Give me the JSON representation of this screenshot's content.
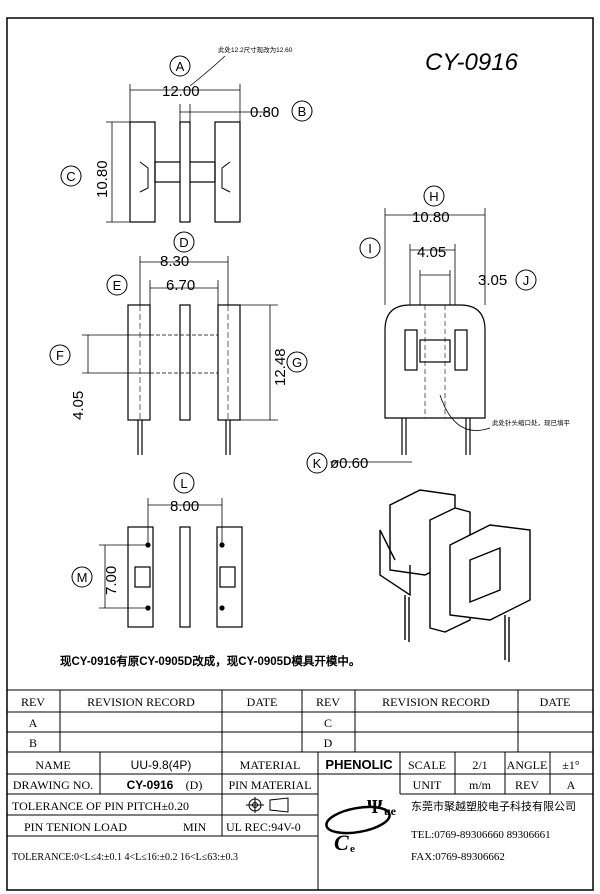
{
  "drawing": {
    "part_no": "CY-0916",
    "callouts": {
      "A": "A",
      "B": "B",
      "C": "C",
      "D": "D",
      "E": "E",
      "F": "F",
      "G": "G",
      "H": "H",
      "I": "I",
      "J": "J",
      "K": "K",
      "L": "L",
      "M": "M"
    },
    "dims": {
      "width_top": "12.00",
      "slot": "0.80",
      "height_top": "10.80",
      "d_outer": "8.30",
      "e_inner": "6.70",
      "f_height": "4.05",
      "g_height": "12.48",
      "h_width": "10.80",
      "i_width": "4.05",
      "j_width": "3.05",
      "k_pin": "ø0.60",
      "l_width": "8.00",
      "m_height": "7.00"
    },
    "notes": {
      "top_note": "此处12.2尺寸现改为12.60",
      "side_note": "此处针头缩口处，现已填平",
      "main_note": "现CY-0916有原CY-0905D改成，现CY-0905D模具开模中。"
    }
  },
  "title_block": {
    "rev_header": {
      "rev": "REV",
      "record": "REVISION RECORD",
      "date": "DATE"
    },
    "rev_rows_left": [
      "A",
      "B"
    ],
    "rev_rows_right": [
      "C",
      "D"
    ],
    "name_label": "NAME",
    "name_value": "UU-9.8(4P)",
    "material_label": "MATERIAL",
    "material_value": "PHENOLIC",
    "scale_label": "SCALE",
    "scale_value": "2/1",
    "angle_label": "ANGLE",
    "angle_value": "±1°",
    "drawing_no_label": "DRAWING NO.",
    "drawing_no_value": "CY-0916",
    "drawing_no_suffix": "(D)",
    "pin_material_label": "PIN MATERIAL",
    "unit_label": "UNIT",
    "unit_value": "m/m",
    "rev_label": "REV",
    "rev_value": "A",
    "tolerance_pitch": "TOLERANCE OF PIN PITCH±0.20",
    "pin_tenion": "PIN TENION LOAD",
    "min_label": "MIN",
    "ul_rec": "UL REC:94V-0",
    "tolerance_note": "TOLERANCE:0<L≤4:±0.1  4<L≤16:±0.2  16<L≤63:±0.3",
    "company": "东莞市聚越塑胶电子科技有限公司",
    "tel": "TEL:0769-89306660 89306661",
    "fax": "FAX:0769-89306662",
    "logo_letters": {
      "c": "C",
      "e": "e",
      "psi": "Ψ",
      "ue": "ue"
    }
  }
}
